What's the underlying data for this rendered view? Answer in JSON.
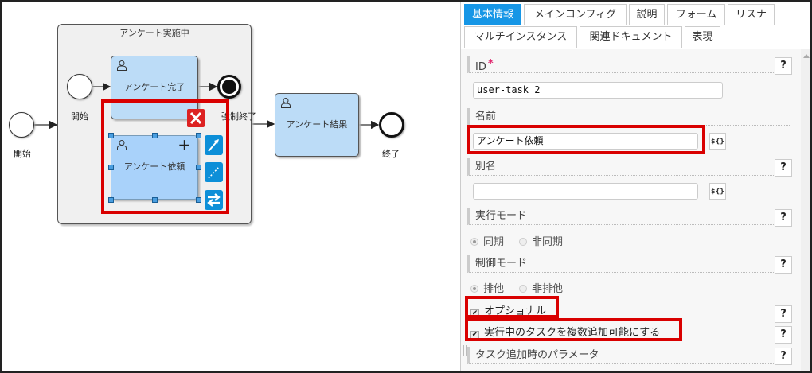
{
  "diagram": {
    "subprocess_title": "アンケート実施中",
    "outer_start_label": "開始",
    "inner_start_label": "開始",
    "task_complete": "アンケート完了",
    "terminate_end_label": "強制終了",
    "task_request": "アンケート依頼",
    "task_result": "アンケート結果",
    "end_label": "終了"
  },
  "panel": {
    "tabs_row1": [
      "基本情報",
      "メインコンフィグ",
      "説明",
      "フォーム",
      "リスナ"
    ],
    "tabs_row2": [
      "マルチインスタンス",
      "関連ドキュメント",
      "表現"
    ],
    "active_tab": "基本情報",
    "id_label": "ID",
    "required_mark": "*",
    "id_value": "user-task_2",
    "name_label": "名前",
    "name_value": "アンケート依頼",
    "alias_label": "別名",
    "alias_value": "",
    "expr_button": "${}",
    "help_button": "?",
    "exec_mode_label": "実行モード",
    "exec_mode_options": [
      "同期",
      "非同期"
    ],
    "exec_mode_selected": "同期",
    "control_mode_label": "制御モード",
    "control_mode_options": [
      "排他",
      "非排他"
    ],
    "control_mode_selected": "排他",
    "optional_label": "オプショナル",
    "optional_checked": true,
    "multi_add_label": "実行中のタスクを複数追加可能にする",
    "multi_add_checked": true,
    "task_add_params_label": "タスク追加時のパラメータ"
  },
  "colors": {
    "accent": "#1696e6",
    "highlight": "#d90000",
    "task_fill": "#bcdcf7"
  }
}
